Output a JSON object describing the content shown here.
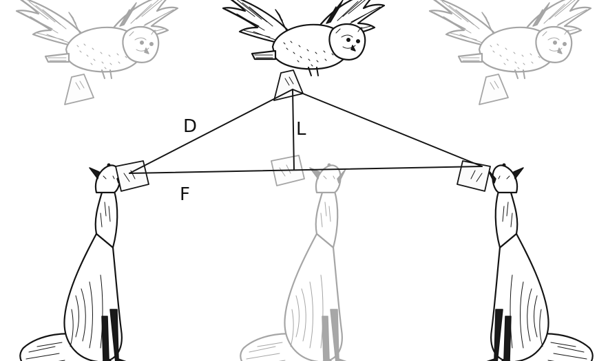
{
  "labels": {
    "d": "D",
    "l": "L",
    "f": "F"
  },
  "colors": {
    "ink": "#141414",
    "background": "#ffffff",
    "ghost_opacity": 0.38
  },
  "figures": {
    "owls": [
      "owl-ghost-left",
      "owl-center",
      "owl-ghost-right"
    ],
    "foxes": [
      "fox-left",
      "fox-ghost-center",
      "fox-right"
    ]
  }
}
